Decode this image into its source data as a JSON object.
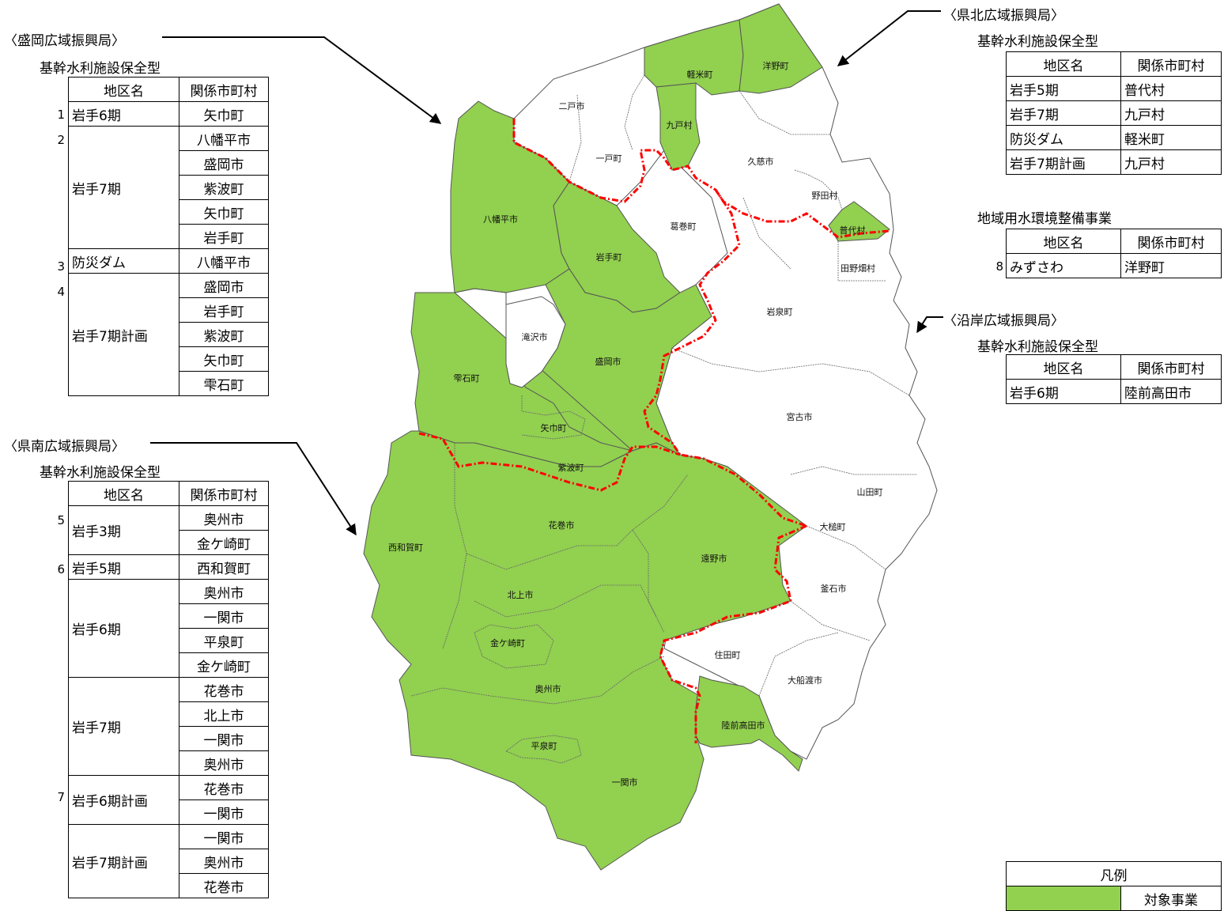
{
  "colors": {
    "target": "#92d050",
    "boundary": "#ff0000",
    "outline": "#555555"
  },
  "morioka": {
    "title": "〈盛岡広域振興局〉",
    "subtitle": "基幹水利施設保全型",
    "col_district": "地区名",
    "col_muni": "関係市町村",
    "rows": [
      {
        "num": "1",
        "district": "岩手6期",
        "munis": [
          "矢巾町"
        ]
      },
      {
        "num": "2",
        "district": "岩手7期",
        "munis": [
          "八幡平市",
          "盛岡市",
          "紫波町",
          "矢巾町",
          "岩手町"
        ]
      },
      {
        "num": "3",
        "district": "防災ダム",
        "munis": [
          "八幡平市"
        ]
      },
      {
        "num": "4",
        "district": "岩手7期計画",
        "munis": [
          "盛岡市",
          "岩手町",
          "紫波町",
          "矢巾町",
          "雫石町"
        ]
      }
    ]
  },
  "kennan": {
    "title": "〈県南広域振興局〉",
    "subtitle": "基幹水利施設保全型",
    "col_district": "地区名",
    "col_muni": "関係市町村",
    "rows": [
      {
        "num": "5",
        "district": "岩手3期",
        "munis": [
          "奥州市",
          "金ケ崎町"
        ]
      },
      {
        "num": "6",
        "district": "岩手5期",
        "munis": [
          "西和賀町"
        ]
      },
      {
        "num": "",
        "district": "岩手6期",
        "munis": [
          "奥州市",
          "一関市",
          "平泉町",
          "金ケ崎町"
        ]
      },
      {
        "num": "",
        "district": "岩手7期",
        "munis": [
          "花巻市",
          "北上市",
          "一関市",
          "奥州市"
        ]
      },
      {
        "num": "7",
        "district": "岩手6期計画",
        "munis": [
          "花巻市",
          "一関市"
        ]
      },
      {
        "num": "",
        "district": "岩手7期計画",
        "munis": [
          "一関市",
          "奥州市",
          "花巻市"
        ]
      }
    ]
  },
  "kenhoku": {
    "title": "〈県北広域振興局〉",
    "subtitle": "基幹水利施設保全型",
    "col_district": "地区名",
    "col_muni": "関係市町村",
    "rows": [
      {
        "district": "岩手5期",
        "muni": "普代村"
      },
      {
        "district": "岩手7期",
        "muni": "九戸村"
      },
      {
        "district": "防災ダム",
        "muni": "軽米町"
      },
      {
        "district": "岩手7期計画",
        "muni": "九戸村"
      }
    ],
    "subtitle2": "地域用水環境整備事業",
    "rows2": [
      {
        "num": "8",
        "district": "みずさわ",
        "muni": "洋野町"
      }
    ]
  },
  "engan": {
    "title": "〈沿岸広域振興局〉",
    "subtitle": "基幹水利施設保全型",
    "col_district": "地区名",
    "col_muni": "関係市町村",
    "rows": [
      {
        "district": "岩手6期",
        "muni": "陸前高田市"
      }
    ]
  },
  "legend": {
    "title": "凡例",
    "label": "対象事業"
  },
  "map_labels": {
    "ninohe": "二戸市",
    "karumai": "軽米町",
    "hirono": "洋野町",
    "kunohe": "九戸村",
    "ichinohe": "一戸町",
    "kuji": "久慈市",
    "noda": "野田村",
    "fudai": "普代村",
    "tanohata": "田野畑村",
    "kuzumaki": "葛巻町",
    "hachimantai": "八幡平市",
    "iwate": "岩手町",
    "iwaizumi": "岩泉町",
    "takizawa": "滝沢市",
    "morioka": "盛岡市",
    "shizukuishi": "雫石町",
    "yahaba": "矢巾町",
    "miyako": "宮古市",
    "shiwa": "紫波町",
    "yamada": "山田町",
    "hanamaki": "花巻市",
    "otsuchi": "大槌町",
    "nishiwaga": "西和賀町",
    "tono": "遠野市",
    "kamaishi": "釜石市",
    "kitakami": "北上市",
    "kanegasaki": "金ケ崎町",
    "sumita": "住田町",
    "ofunato": "大船渡市",
    "oshu": "奥州市",
    "rikuzentakata": "陸前高田市",
    "hiraizumi": "平泉町",
    "ichinoseki": "一関市"
  }
}
